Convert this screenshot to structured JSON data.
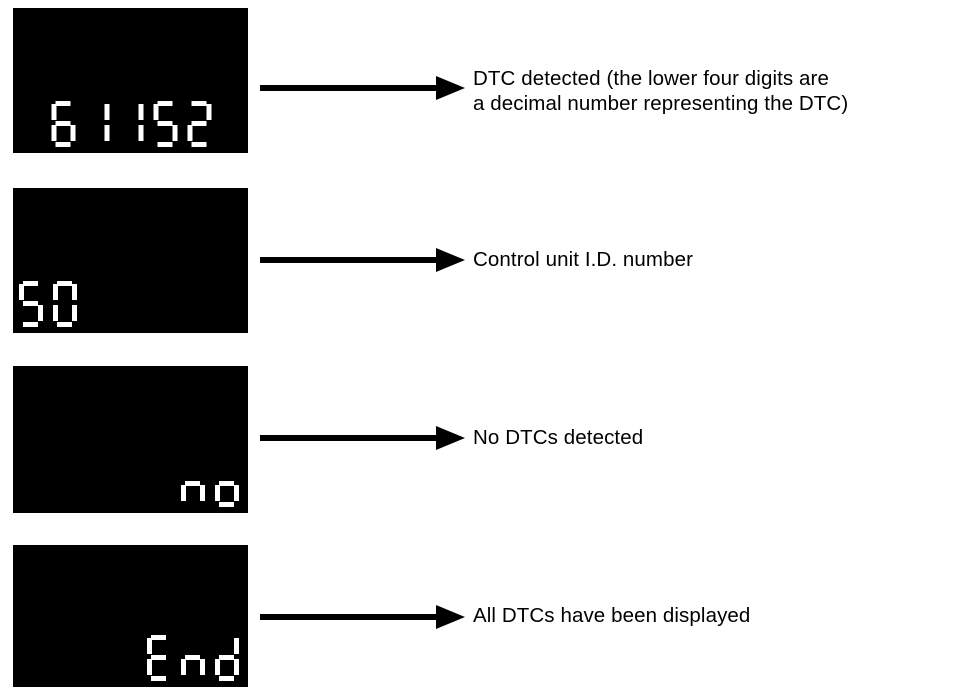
{
  "page": {
    "title": "Diagnostic trouble code display readouts",
    "background_color": "#ffffff",
    "lcd_background_color": "#000000",
    "lcd_segment_color": "#ffffff",
    "arrow_color": "#000000",
    "caption_color": "#000000"
  },
  "rows": [
    {
      "display": {
        "name": "dtc-code-display",
        "text": "61152",
        "align": "center",
        "characters": [
          "6",
          "1",
          "1",
          "5",
          "2"
        ]
      },
      "arrow": {
        "name": "arrow-dtc-detected"
      },
      "caption": "DTC detected (the lower four digits are\na decimal number representing the DTC)"
    },
    {
      "display": {
        "name": "control-unit-id-display",
        "text": "50",
        "align": "left",
        "characters": [
          "5",
          "0"
        ]
      },
      "arrow": {
        "name": "arrow-control-unit-id"
      },
      "caption": "Control unit I.D. number"
    },
    {
      "display": {
        "name": "no-dtc-display",
        "text": "no",
        "align": "right",
        "characters": [
          "n",
          "o"
        ]
      },
      "arrow": {
        "name": "arrow-no-dtcs"
      },
      "caption": "No DTCs detected"
    },
    {
      "display": {
        "name": "end-display",
        "text": "End",
        "align": "right",
        "characters": [
          "E",
          "n",
          "d"
        ]
      },
      "arrow": {
        "name": "arrow-all-displayed"
      },
      "caption": "All DTCs have been displayed"
    }
  ],
  "segment_map": {
    "0": [
      "a",
      "b",
      "c",
      "d",
      "e",
      "f"
    ],
    "1": [
      "b",
      "c"
    ],
    "2": [
      "a",
      "b",
      "g",
      "e",
      "d"
    ],
    "5": [
      "a",
      "f",
      "g",
      "c",
      "d"
    ],
    "6": [
      "a",
      "f",
      "g",
      "e",
      "c",
      "d"
    ],
    "E": [
      "a",
      "f",
      "g",
      "e",
      "d"
    ],
    "n": [
      "e",
      "g",
      "c"
    ],
    "o": [
      "g",
      "e",
      "c",
      "d"
    ],
    "d": [
      "b",
      "c",
      "d",
      "e",
      "g"
    ]
  }
}
